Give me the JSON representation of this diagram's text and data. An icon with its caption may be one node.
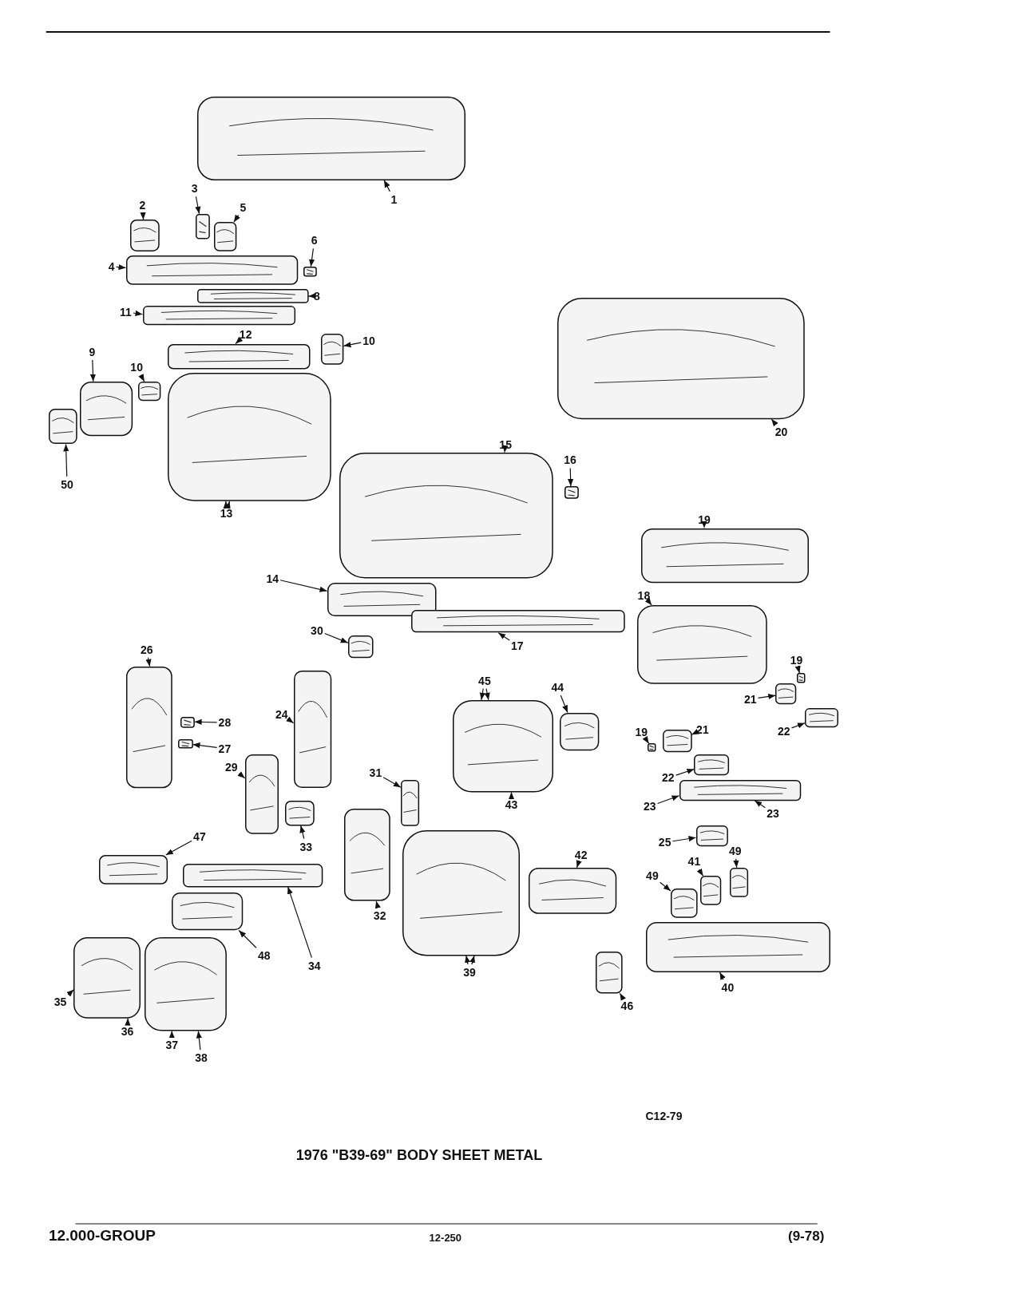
{
  "diagram": {
    "title": "1976 \"B39-69\" BODY SHEET METAL",
    "nodes": [
      {
        "text": [
          "1"
        ]
      },
      {
        "text": [],
        "shape": "picture"
      },
      {
        "text": [
          "2"
        ]
      },
      {
        "text": [],
        "shape": "picture"
      },
      {
        "text": [
          "3"
        ]
      },
      {
        "text": [],
        "shape": "picture"
      },
      {
        "text": [
          "5"
        ]
      },
      {
        "text": [],
        "shape": "picture"
      },
      {
        "text": [
          "6"
        ]
      },
      {
        "text": [],
        "shape": "picture"
      },
      {
        "text": [
          "4"
        ]
      },
      {
        "text": [],
        "shape": "picture"
      },
      {
        "text": [
          "8"
        ]
      },
      {
        "text": [],
        "shape": "picture"
      },
      {
        "text": [
          "11"
        ]
      },
      {
        "text": [],
        "shape": "picture"
      },
      {
        "text": [
          "12"
        ]
      },
      {
        "text": [],
        "shape": "picture"
      },
      {
        "text": [
          "10"
        ]
      },
      {
        "text": [],
        "shape": "picture"
      },
      {
        "text": [
          "9"
        ]
      },
      {
        "text": [],
        "shape": "picture"
      },
      {
        "text": [
          "10"
        ]
      },
      {
        "text": [],
        "shape": "picture"
      },
      {
        "text": [
          "50"
        ]
      },
      {
        "text": [],
        "shape": "picture"
      },
      {
        "text": [
          "13"
        ]
      },
      {
        "text": [],
        "shape": "picture"
      },
      {
        "text": [
          "15"
        ]
      },
      {
        "text": [],
        "shape": "picture"
      },
      {
        "text": [
          "16"
        ]
      },
      {
        "text": [],
        "shape": "picture"
      },
      {
        "text": [
          "20"
        ]
      },
      {
        "text": [],
        "shape": "picture"
      },
      {
        "text": [
          "19"
        ]
      },
      {
        "text": [],
        "shape": "picture"
      },
      {
        "text": [
          "14"
        ]
      },
      {
        "text": [],
        "shape": "picture"
      },
      {
        "text": [
          "17"
        ]
      },
      {
        "text": [],
        "shape": "picture"
      },
      {
        "text": [
          "18"
        ]
      },
      {
        "text": [],
        "shape": "picture"
      },
      {
        "text": [
          "30"
        ]
      },
      {
        "text": [],
        "shape": "picture"
      },
      {
        "text": [
          "26"
        ]
      },
      {
        "text": [],
        "shape": "picture"
      },
      {
        "text": [
          "28"
        ]
      },
      {
        "text": [],
        "shape": "picture"
      },
      {
        "text": [
          "27"
        ]
      },
      {
        "text": [],
        "shape": "picture"
      },
      {
        "text": [
          "24"
        ]
      },
      {
        "text": [],
        "shape": "picture"
      },
      {
        "text": [
          "29"
        ]
      },
      {
        "text": [],
        "shape": "picture"
      },
      {
        "text": [
          "33"
        ]
      },
      {
        "text": [],
        "shape": "picture"
      },
      {
        "text": [
          "31"
        ]
      },
      {
        "text": [],
        "shape": "picture"
      },
      {
        "text": [
          "32"
        ]
      },
      {
        "text": [],
        "shape": "picture"
      },
      {
        "text": [
          "45"
        ]
      },
      {
        "text": [],
        "shape": "picture"
      },
      {
        "text": [
          "43"
        ]
      },
      {
        "text": [
          "44"
        ]
      },
      {
        "text": [],
        "shape": "picture"
      },
      {
        "text": [
          "39"
        ]
      },
      {
        "text": [],
        "shape": "picture"
      },
      {
        "text": [
          "42"
        ]
      },
      {
        "text": [],
        "shape": "picture"
      },
      {
        "text": [
          "46"
        ]
      },
      {
        "text": [],
        "shape": "picture"
      },
      {
        "text": [
          "21"
        ]
      },
      {
        "text": [],
        "shape": "picture"
      },
      {
        "text": [
          "19"
        ]
      },
      {
        "text": [],
        "shape": "picture"
      },
      {
        "text": [
          "22"
        ]
      },
      {
        "text": [],
        "shape": "picture"
      },
      {
        "text": [
          "19"
        ]
      },
      {
        "text": [],
        "shape": "picture"
      },
      {
        "text": [
          "21"
        ]
      },
      {
        "text": [],
        "shape": "picture"
      },
      {
        "text": [
          "22"
        ]
      },
      {
        "text": [],
        "shape": "picture"
      },
      {
        "text": [
          "23"
        ]
      },
      {
        "text": [],
        "shape": "picture"
      },
      {
        "text": [
          "23"
        ]
      },
      {
        "text": [
          "25"
        ]
      },
      {
        "text": [],
        "shape": "picture"
      },
      {
        "text": [
          "41"
        ]
      },
      {
        "text": [],
        "shape": "picture"
      },
      {
        "text": [
          "49"
        ]
      },
      {
        "text": [],
        "shape": "picture"
      },
      {
        "text": [
          "49"
        ]
      },
      {
        "text": [],
        "shape": "picture"
      },
      {
        "text": [
          "40"
        ]
      },
      {
        "text": [],
        "shape": "picture"
      },
      {
        "text": [
          "47"
        ]
      },
      {
        "text": [],
        "shape": "picture"
      },
      {
        "text": [
          "34"
        ]
      },
      {
        "text": [],
        "shape": "picture"
      },
      {
        "text": [
          "48"
        ]
      },
      {
        "text": [],
        "shape": "picture"
      },
      {
        "text": [
          "35"
        ]
      },
      {
        "text": [],
        "shape": "picture"
      },
      {
        "text": [
          "36"
        ]
      },
      {
        "text": [
          "37"
        ]
      },
      {
        "text": [
          "38"
        ]
      },
      {
        "text": [],
        "shape": "picture"
      }
    ],
    "edges": [
      {
        "from": 0,
        "to": 1,
        "arrow": "to"
      },
      {
        "from": 2,
        "to": 3,
        "arrow": "to"
      },
      {
        "from": 4,
        "to": 5,
        "arrow": "to"
      },
      {
        "from": 6,
        "to": 7,
        "arrow": "to"
      },
      {
        "from": 8,
        "to": 9,
        "arrow": "to"
      },
      {
        "from": 10,
        "to": 11,
        "arrow": "to"
      },
      {
        "from": 12,
        "to": 13,
        "arrow": "to"
      },
      {
        "from": 14,
        "to": 15,
        "arrow": "to"
      },
      {
        "from": 16,
        "to": 17,
        "arrow": "to"
      },
      {
        "from": 18,
        "to": 19,
        "arrow": "to"
      },
      {
        "from": 20,
        "to": 21,
        "arrow": "to"
      },
      {
        "from": 22,
        "to": 23,
        "arrow": "to"
      },
      {
        "from": 24,
        "to": 25,
        "arrow": "to"
      },
      {
        "from": 26,
        "to": 27,
        "arrow": "to"
      },
      {
        "from": 26,
        "to": 27,
        "arrow": "to"
      },
      {
        "from": 28,
        "to": 29,
        "arrow": "to"
      },
      {
        "from": 30,
        "to": 31,
        "arrow": "to"
      },
      {
        "from": 32,
        "to": 33,
        "arrow": "to"
      },
      {
        "from": 34,
        "to": 35,
        "arrow": "to"
      },
      {
        "from": 36,
        "to": 37,
        "arrow": "to"
      },
      {
        "from": 38,
        "to": 39,
        "arrow": "to"
      },
      {
        "from": 40,
        "to": 41,
        "arrow": "to"
      },
      {
        "from": 42,
        "to": 43,
        "arrow": "to"
      },
      {
        "from": 44,
        "to": 45,
        "arrow": "to"
      },
      {
        "from": 46,
        "to": 47,
        "arrow": "to"
      },
      {
        "from": 48,
        "to": 49,
        "arrow": "to"
      },
      {
        "from": 50,
        "to": 51,
        "arrow": "to"
      },
      {
        "from": 52,
        "to": 53,
        "arrow": "to"
      },
      {
        "from": 54,
        "to": 55,
        "arrow": "to"
      },
      {
        "from": 56,
        "to": 57,
        "arrow": "to"
      },
      {
        "from": 58,
        "to": 59,
        "arrow": "to"
      },
      {
        "from": 60,
        "to": 61,
        "arrow": "to"
      },
      {
        "from": 60,
        "to": 61,
        "arrow": "to"
      },
      {
        "from": 62,
        "to": 61,
        "arrow": "to"
      },
      {
        "from": 63,
        "to": 64,
        "arrow": "to"
      },
      {
        "from": 65,
        "to": 66,
        "arrow": "to"
      },
      {
        "from": 65,
        "to": 66,
        "arrow": "to"
      },
      {
        "from": 67,
        "to": 68,
        "arrow": "to"
      },
      {
        "from": 69,
        "to": 70,
        "arrow": "to"
      },
      {
        "from": 71,
        "to": 72,
        "arrow": "to"
      },
      {
        "from": 73,
        "to": 74,
        "arrow": "to"
      },
      {
        "from": 75,
        "to": 76,
        "arrow": "to"
      },
      {
        "from": 77,
        "to": 78,
        "arrow": "to"
      },
      {
        "from": 79,
        "to": 80,
        "arrow": "to"
      },
      {
        "from": 81,
        "to": 82,
        "arrow": "to"
      },
      {
        "from": 83,
        "to": 84,
        "arrow": "to"
      },
      {
        "from": 85,
        "to": 84,
        "arrow": "to"
      },
      {
        "from": 86,
        "to": 87,
        "arrow": "to"
      },
      {
        "from": 88,
        "to": 89,
        "arrow": "to"
      },
      {
        "from": 90,
        "to": 91,
        "arrow": "to"
      },
      {
        "from": 92,
        "to": 93,
        "arrow": "to"
      },
      {
        "from": 94,
        "to": 95,
        "arrow": "to"
      },
      {
        "from": 96,
        "to": 97,
        "arrow": "to"
      },
      {
        "from": 98,
        "to": 99,
        "arrow": "to"
      },
      {
        "from": 100,
        "to": 101,
        "arrow": "to"
      },
      {
        "from": 102,
        "to": 103,
        "arrow": "to"
      },
      {
        "from": 104,
        "to": 103,
        "arrow": "to"
      },
      {
        "from": 105,
        "to": 107,
        "arrow": "to"
      },
      {
        "from": 106,
        "to": 107,
        "arrow": "to"
      }
    ],
    "labels": [
      "C12-79",
      "12.000-GROUP",
      "12-250",
      "(9-78)"
    ]
  }
}
